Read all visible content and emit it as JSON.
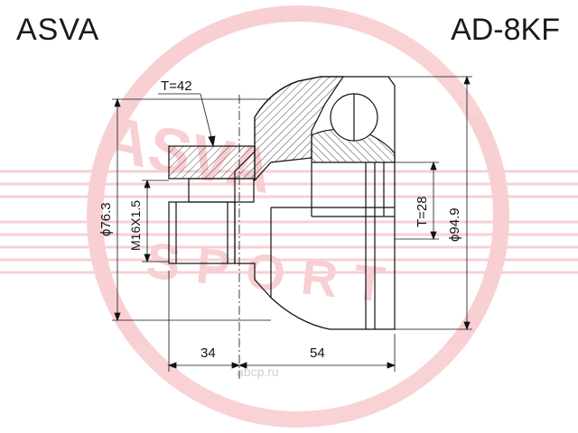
{
  "header": {
    "brand": "ASVA",
    "part_number": "AD-8KF"
  },
  "dimensions": {
    "thread_length": "T=42",
    "outer_spline_count": "T=28",
    "seal_diameter": "ϕ76.3",
    "thread_size": "M16X1.5",
    "outer_diameter": "ϕ94.9",
    "length_left": "34",
    "length_right": "54"
  },
  "watermark": {
    "logo_text": "ASVA",
    "sub_text": "SPORT",
    "site": "abcp.ru",
    "brand_color": "#e0303c"
  }
}
